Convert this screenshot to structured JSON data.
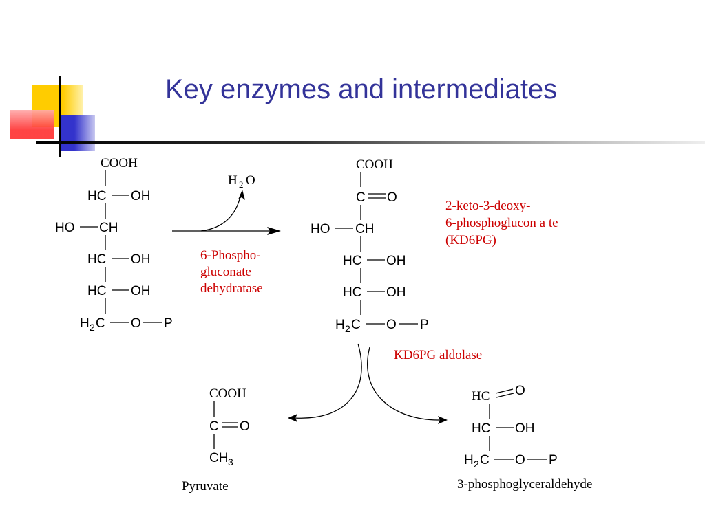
{
  "slide": {
    "title": "Key enzymes and intermediates"
  },
  "colors": {
    "title": "#333399",
    "enzyme_text": "#cc0000",
    "deco_yellow": "#ffcc00",
    "deco_red": "#ff3333",
    "deco_blue": "#3333cc"
  },
  "substrate": {
    "top": "COOH",
    "r1_left": "HC",
    "r1_right": "OH",
    "r2_left": "HO",
    "r2_right": "CH",
    "r3_left": "HC",
    "r3_right": "OH",
    "r4_left": "HC",
    "r4_right": "OH",
    "r5_left": "H",
    "r5_sub": "2",
    "r5_c": "C",
    "r5_o": "O",
    "r5_p": "P"
  },
  "water": {
    "h": "H",
    "sub": "2",
    "o": "O"
  },
  "enzyme1": [
    "6-Phospho-",
    "gluconate",
    "dehydratase"
  ],
  "kd6pg": {
    "top": "COOH",
    "r1_left": "C",
    "r1_right": "O",
    "r2_left": "HO",
    "r2_right": "CH",
    "r3_left": "HC",
    "r3_right": "OH",
    "r4_left": "HC",
    "r4_right": "OH",
    "r5_left": "H",
    "r5_sub": "2",
    "r5_c": "C",
    "r5_o": "O",
    "r5_p": "P"
  },
  "kd6pg_name": [
    "2-keto-3-deoxy-",
    "6-phosphoglucon a te",
    "(KD6PG)"
  ],
  "enzyme2": "KD6PG aldolase",
  "pyruvate": {
    "top": "COOH",
    "r1_left": "C",
    "r1_right": "O",
    "r2": "CH",
    "r2_sub": "3",
    "name": "Pyruvate"
  },
  "g3p": {
    "r0_left": "HC",
    "r0_right": "O",
    "r1_left": "HC",
    "r1_right": "OH",
    "r2_left": "H",
    "r2_sub": "2",
    "r2_c": "C",
    "r2_o": "O",
    "r2_p": "P",
    "name": "3-phosphoglyceraldehyde"
  }
}
